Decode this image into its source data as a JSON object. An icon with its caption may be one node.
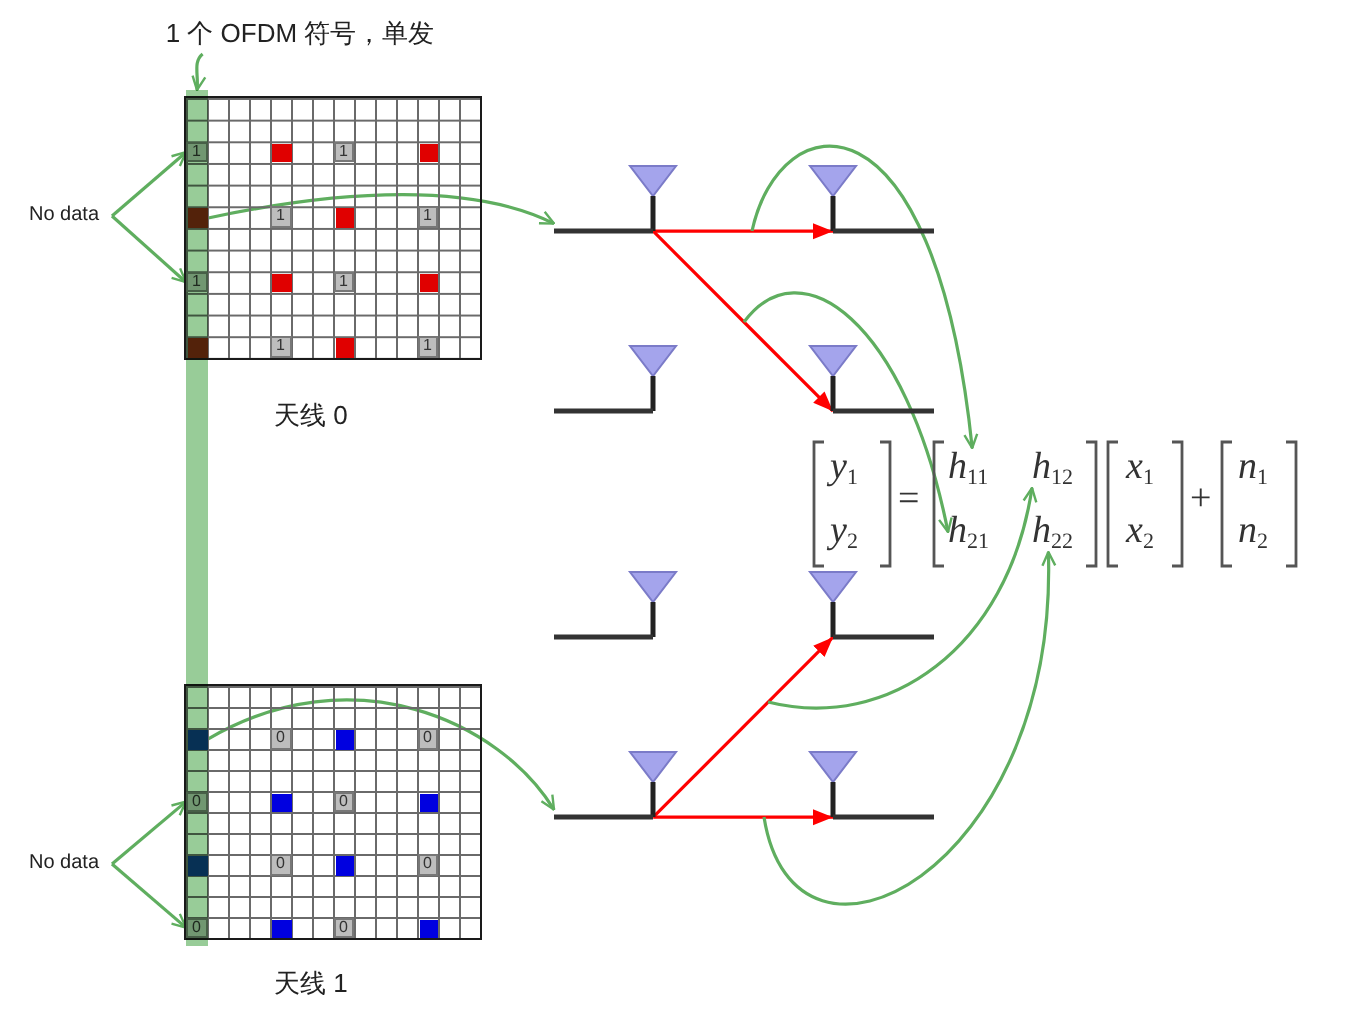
{
  "diagram": {
    "nodes": [
      {
        "text": [
          "1 个 OFDM 符号，单发"
        ]
      },
      {
        "text": [],
        "shape": "bar"
      },
      {
        "text": [
          "No data"
        ]
      },
      {
        "text": [],
        "shape": "grid",
        "beside": [
          "天线 0"
        ]
      },
      {
        "text": [
          "1"
        ]
      },
      {
        "text": [],
        "shape": "box",
        "in": 3
      },
      {
        "text": [
          "1"
        ],
        "in": 3
      },
      {
        "text": [],
        "shape": "box",
        "in": 3
      },
      {
        "text": [],
        "shape": "box"
      },
      {
        "text": [
          "1"
        ],
        "in": 3
      },
      {
        "text": [],
        "shape": "box",
        "in": 3
      },
      {
        "text": [
          "1"
        ],
        "in": 3
      },
      {
        "text": [
          "1"
        ]
      },
      {
        "text": [],
        "shape": "box",
        "in": 3
      },
      {
        "text": [
          "1"
        ],
        "in": 3
      },
      {
        "text": [],
        "shape": "box",
        "in": 3
      },
      {
        "text": [],
        "shape": "box"
      },
      {
        "text": [
          "1"
        ],
        "in": 3
      },
      {
        "text": [],
        "shape": "box",
        "in": 3
      },
      {
        "text": [
          "1"
        ],
        "in": 3
      },
      {
        "text": [
          "No data"
        ]
      },
      {
        "text": [],
        "shape": "grid",
        "beside": [
          "天线 1"
        ]
      },
      {
        "text": [],
        "shape": "box"
      },
      {
        "text": [
          "0"
        ],
        "in": 21
      },
      {
        "text": [],
        "shape": "box",
        "in": 21
      },
      {
        "text": [
          "0"
        ],
        "in": 21
      },
      {
        "text": [
          "0"
        ]
      },
      {
        "text": [],
        "shape": "box",
        "in": 21
      },
      {
        "text": [
          "0"
        ],
        "in": 21
      },
      {
        "text": [],
        "shape": "box",
        "in": 21
      },
      {
        "text": [],
        "shape": "box"
      },
      {
        "text": [
          "0"
        ],
        "in": 21
      },
      {
        "text": [],
        "shape": "box",
        "in": 21
      },
      {
        "text": [
          "0"
        ],
        "in": 21
      },
      {
        "text": [
          "0"
        ]
      },
      {
        "text": [],
        "shape": "box",
        "in": 21
      },
      {
        "text": [
          "0"
        ],
        "in": 21
      },
      {
        "text": [],
        "shape": "box",
        "in": 21
      },
      {
        "text": [],
        "shape": "antenna"
      },
      {
        "text": [],
        "shape": "antenna"
      },
      {
        "text": [],
        "shape": "antenna"
      },
      {
        "text": [],
        "shape": "antenna"
      },
      {
        "text": [],
        "shape": "antenna"
      },
      {
        "text": [],
        "shape": "antenna"
      },
      {
        "text": [],
        "shape": "antenna"
      },
      {
        "text": [],
        "shape": "antenna"
      },
      {
        "text": [
          "*h*$_{11}$"
        ]
      },
      {
        "text": [
          "*h*$_{12}$"
        ]
      },
      {
        "text": [
          "*h*$_{21}$"
        ]
      },
      {
        "text": [
          "*h*$_{22}$"
        ]
      }
    ],
    "edges": [
      {
        "from": 0,
        "to": 1,
        "arrow": "to"
      },
      {
        "from": 2,
        "to": 4,
        "arrow": "to"
      },
      {
        "from": 2,
        "to": 12,
        "arrow": "to"
      },
      {
        "from": 8,
        "to": 38,
        "arrow": "to"
      },
      {
        "from": 20,
        "to": 26,
        "arrow": "to"
      },
      {
        "from": 20,
        "to": 34,
        "arrow": "to"
      },
      {
        "from": 22,
        "to": 44,
        "arrow": "to"
      },
      {
        "from": 38,
        "to": 39,
        "arrow": "to",
        "color": "#ff0000"
      },
      {
        "from": 38,
        "to": 41,
        "arrow": "to",
        "color": "#ff0000"
      },
      {
        "from": 44,
        "to": 43,
        "arrow": "to",
        "color": "#ff0000"
      },
      {
        "from": 44,
        "to": 45,
        "arrow": "to",
        "color": "#ff0000"
      },
      {
        "from": null,
        "to": 46,
        "arrow": "to"
      },
      {
        "from": null,
        "to": 48,
        "arrow": "to"
      },
      {
        "from": null,
        "to": 47,
        "arrow": "to"
      },
      {
        "from": null,
        "to": 49,
        "arrow": "to"
      }
    ],
    "labels": [
      "*y*$_{1}$",
      "*y*$_{2}$",
      "=",
      "*x*$_{1}$",
      "*x*$_{2}$",
      "+",
      "*n*$_{1}$",
      "*n*$_{2}$"
    ]
  }
}
